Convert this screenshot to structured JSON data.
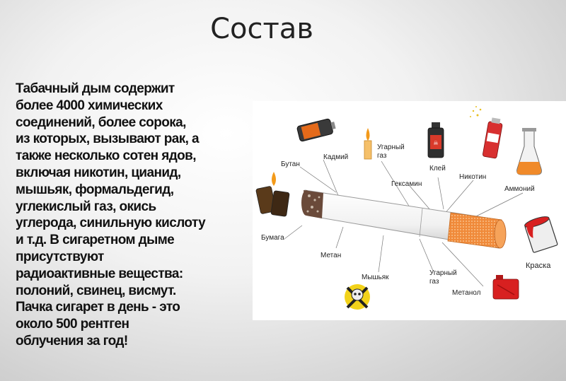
{
  "slide": {
    "title": "Состав",
    "body_lines": [
      "Табачный дым содержит",
      "более 4000 химических",
      "соединений, более сорока,",
      "из которых, вызывают рак, а",
      "также несколько сотен ядов,",
      "включая никотин, цианид,",
      "мышьяк, формальдегид,",
      "углекислый газ, окись",
      "углерода, синильную кислоту",
      "и т.д. В сигаретном дыме",
      "присутствуют",
      "радиоактивные вещества:",
      "полоний, свинец, висмут.",
      "Пачка сигарет в день - это",
      "около 500 рентген",
      "облучения за год!"
    ]
  },
  "diagram": {
    "labels": {
      "butane": "Бутан",
      "cadmium": "Кадмий",
      "co_top_1": "Угарный",
      "co_top_2": "газ",
      "glue": "Клей",
      "nicotine": "Никотин",
      "ammonia": "Аммоний",
      "hexamine": "Гексамин",
      "paper": "Бумага",
      "methane": "Метан",
      "arsenic": "Мышьяк",
      "co_bottom_1": "Угарный",
      "co_bottom_2": "газ",
      "methanol": "Метанол",
      "paint": "Краска"
    },
    "icons": [
      "battery-icon",
      "candle-icon",
      "glue-bottle-icon",
      "spray-can-icon",
      "flask-icon",
      "lighters-icon",
      "skull-crossbones-icon",
      "jerrycan-icon",
      "paint-can-icon"
    ],
    "colors": {
      "filter": "#f08a3a",
      "ash": "#6a4a3a",
      "flame": "#f39a1a"
    }
  }
}
